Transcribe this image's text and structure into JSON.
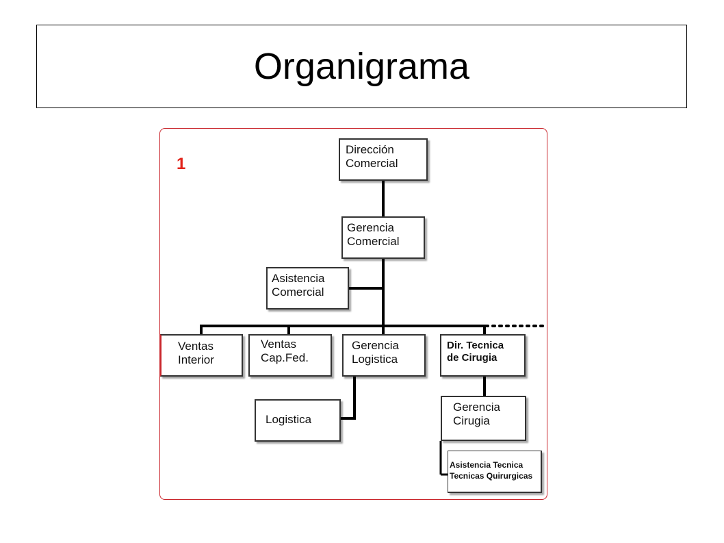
{
  "title": "Organigrama",
  "frame_marker": "1",
  "colors": {
    "frame_border": "#c9252b",
    "marker": "#e2231a",
    "line": "#000000"
  },
  "nodes": {
    "direccion_comercial": "Dirección\nComercial",
    "gerencia_comercial": "Gerencia\nComercial",
    "asistencia_comercial": "Asistencia\nComercial",
    "ventas_interior": "Ventas\nInterior",
    "ventas_capfed": "Ventas\nCap.Fed.",
    "gerencia_logistica": "Gerencia\nLogistica",
    "dir_tecnica_cirugia": "Dir. Tecnica\nde Cirugia",
    "logistica": "Logistica",
    "gerencia_cirugia": "Gerencia\nCirugia",
    "asistencia_tecnica": "Asistencia Tecnica\nTecnicas Quirurgicas"
  }
}
